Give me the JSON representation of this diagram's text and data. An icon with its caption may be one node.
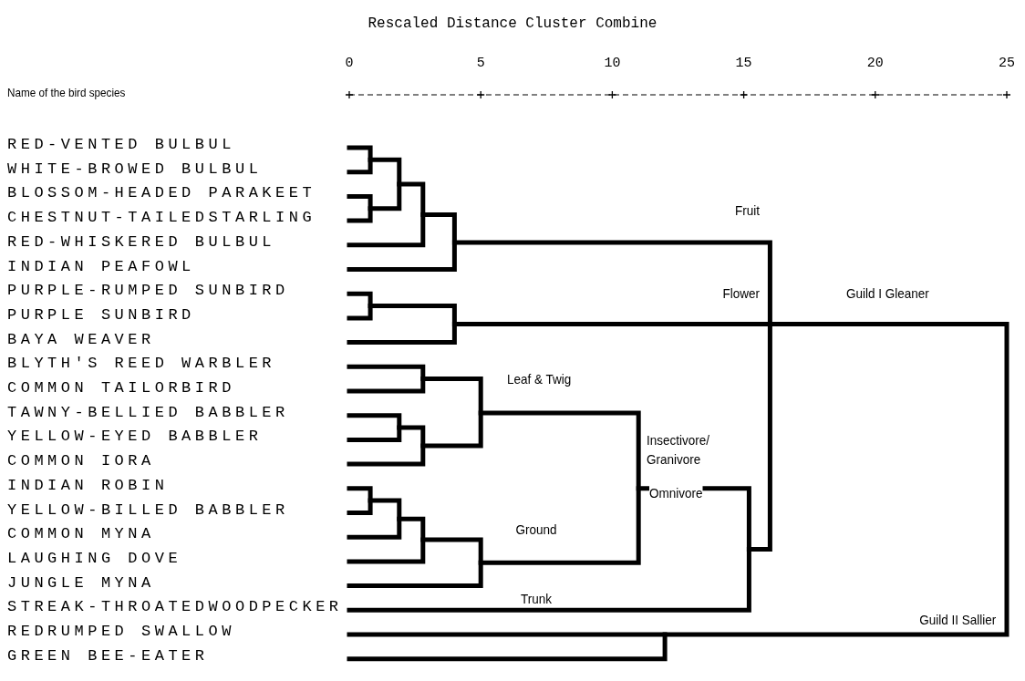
{
  "diagram": {
    "title": "Rescaled Distance Cluster Combine",
    "labels": [
      "Name of the bird species",
      "0",
      "5",
      "10",
      "15",
      "20",
      "25",
      "RED-VENTED BULBUL",
      "WHITE-BROWED BULBUL",
      "BLOSSOM-HEADED PARAKEET",
      "CHESTNUT-TAILEDSTARLING",
      "RED-WHISKERED BULBUL",
      "INDIAN PEAFOWL",
      "PURPLE-RUMPED SUNBIRD",
      "PURPLE SUNBIRD",
      "BAYA WEAVER",
      "BLYTH'S REED WARBLER",
      "COMMON TAILORBIRD",
      "TAWNY-BELLIED BABBLER",
      "YELLOW-EYED BABBLER",
      "COMMON IORA",
      "INDIAN ROBIN",
      "YELLOW-BILLED BABBLER",
      "COMMON MYNA",
      "LAUGHING DOVE",
      "JUNGLE MYNA",
      "STREAK-THROATEDWOODPECKER",
      "REDRUMPED SWALLOW",
      "GREEN BEE-EATER",
      "Fruit",
      "Flower",
      "Guild I Gleaner",
      "Leaf & Twig",
      "Insectivore/ Granivore",
      "Omnivore",
      "Ground",
      "Trunk",
      "Guild II Sallier"
    ]
  }
}
